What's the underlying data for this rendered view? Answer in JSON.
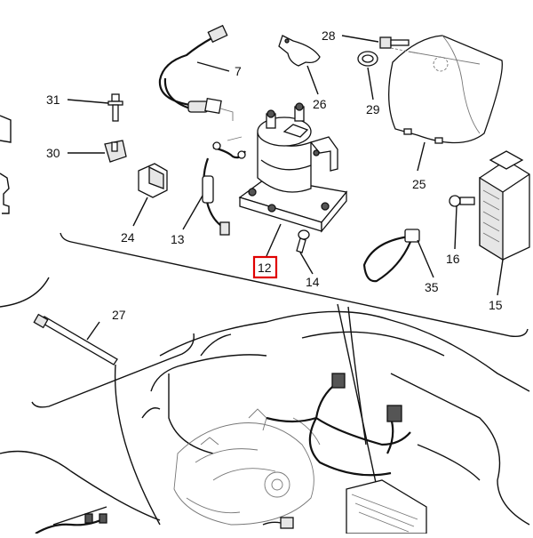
{
  "callouts": [
    {
      "id": "c28",
      "label": "28"
    },
    {
      "id": "c7",
      "label": "7"
    },
    {
      "id": "c26",
      "label": "26"
    },
    {
      "id": "c29",
      "label": "29"
    },
    {
      "id": "c31",
      "label": "31"
    },
    {
      "id": "c30",
      "label": "30"
    },
    {
      "id": "c25",
      "label": "25"
    },
    {
      "id": "c24",
      "label": "24"
    },
    {
      "id": "c13",
      "label": "13"
    },
    {
      "id": "c12",
      "label": "12",
      "highlighted": true
    },
    {
      "id": "c14",
      "label": "14"
    },
    {
      "id": "c16",
      "label": "16"
    },
    {
      "id": "c35",
      "label": "35"
    },
    {
      "id": "c15",
      "label": "15"
    },
    {
      "id": "c27",
      "label": "27"
    }
  ],
  "highlight_color": "#e00000"
}
